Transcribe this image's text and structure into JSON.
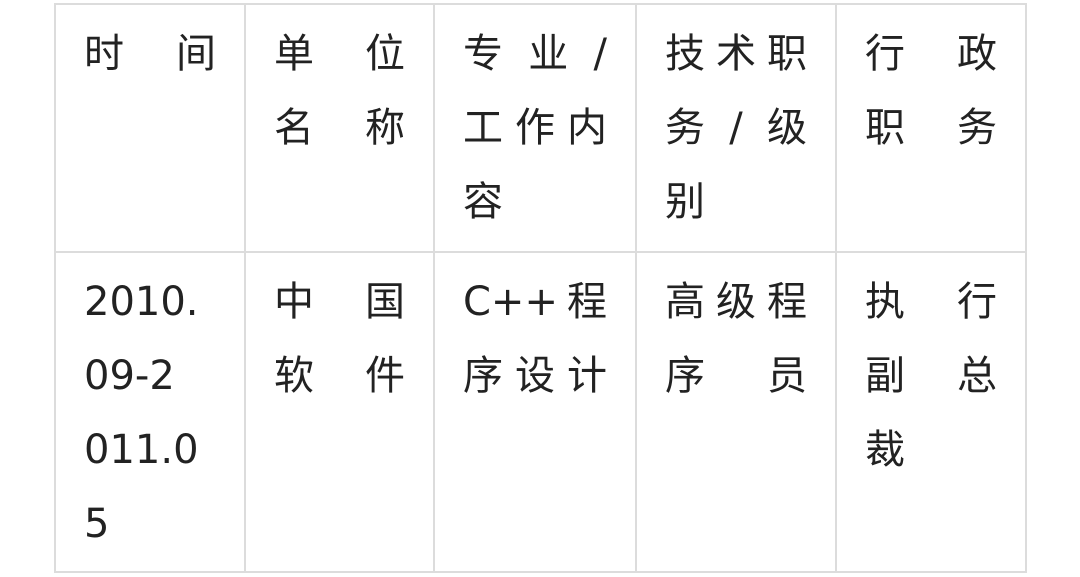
{
  "table": {
    "headers": [
      {
        "lines": [
          "时间"
        ]
      },
      {
        "lines": [
          "单　位",
          "名称"
        ]
      },
      {
        "lines": [
          "专 业 /",
          "工作内",
          "容"
        ]
      },
      {
        "lines": [
          "技术职",
          "务 / 级",
          "别"
        ]
      },
      {
        "lines": [
          "行　政",
          "职务"
        ]
      }
    ],
    "rows": [
      {
        "cells": [
          {
            "lines": [
              "2010.",
              "09-2",
              "011.0",
              "5"
            ],
            "value": "2010.09-2011.05"
          },
          {
            "lines": [
              "中　国",
              "软件"
            ],
            "value": "中国软件"
          },
          {
            "lines": [
              "C++ 程",
              "序设计"
            ],
            "value": "C++程序设计"
          },
          {
            "lines": [
              "高级程",
              "序员"
            ],
            "value": "高级程序员"
          },
          {
            "lines": [
              "执　行",
              "副　总",
              "裁"
            ],
            "value": "执行副总裁"
          }
        ]
      }
    ],
    "border_color": "#dcdcdc",
    "text_color": "#222222"
  }
}
